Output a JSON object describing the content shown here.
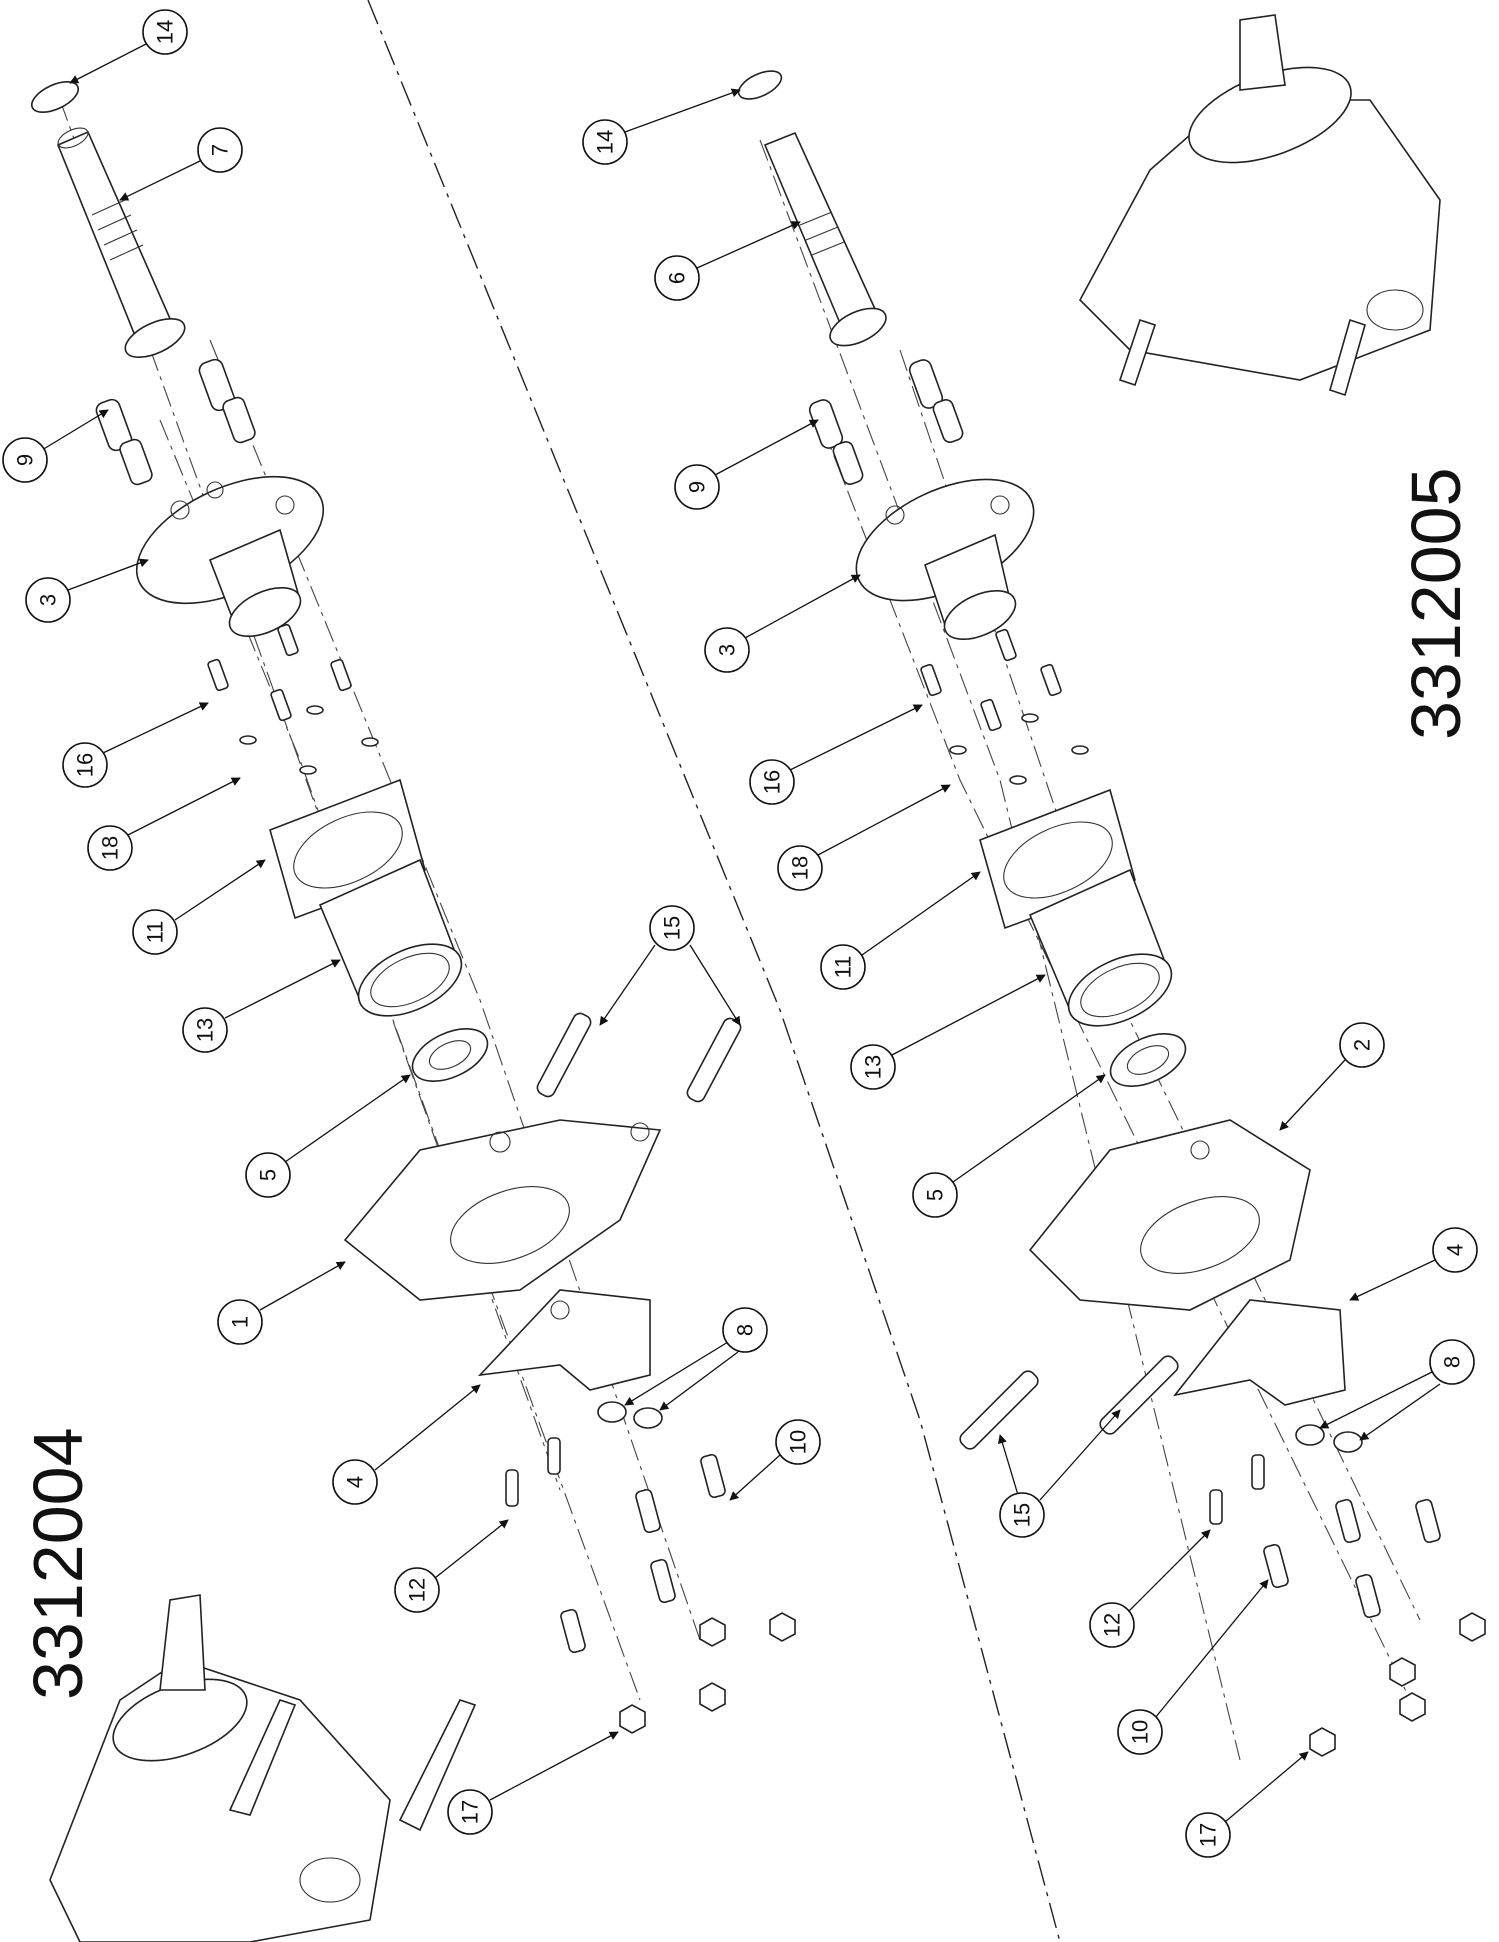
{
  "models": {
    "left": "3312004",
    "right": "3312005"
  },
  "callouts": {
    "left_group": [
      "14",
      "7",
      "9",
      "3",
      "16",
      "18",
      "11",
      "13",
      "15",
      "5",
      "1",
      "8",
      "4",
      "10",
      "12",
      "17"
    ],
    "right_group": [
      "14",
      "6",
      "9",
      "3",
      "16",
      "18",
      "11",
      "13",
      "2",
      "5",
      "4",
      "8",
      "15",
      "12",
      "10",
      "17"
    ]
  },
  "colors": {
    "line": "#222222",
    "background": "#ffffff"
  }
}
